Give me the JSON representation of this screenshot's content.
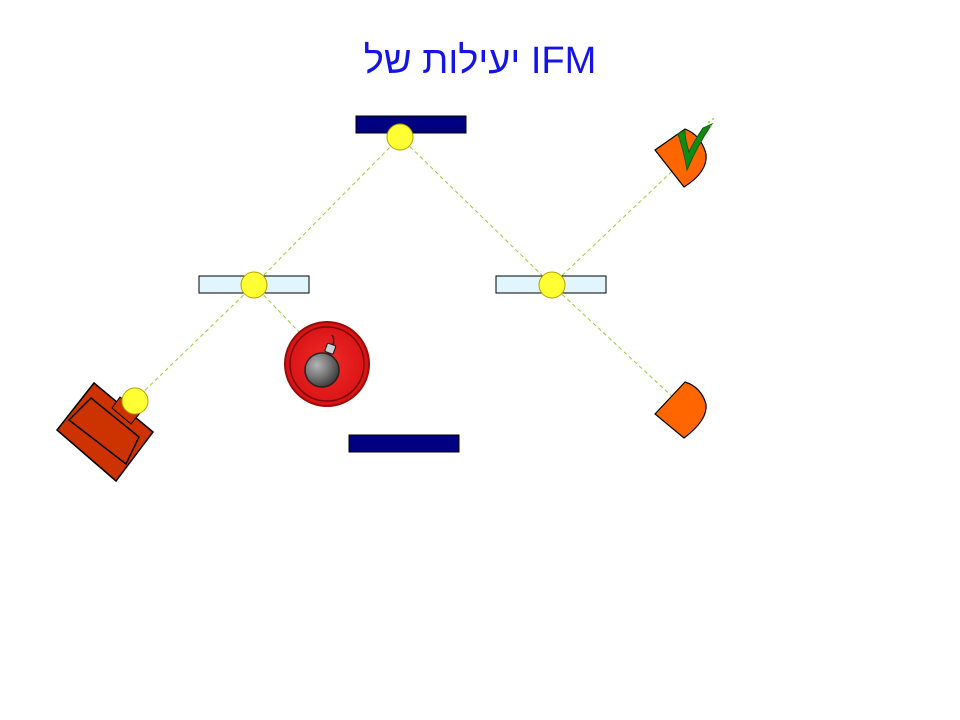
{
  "slide": {
    "title": "יעילות של IFM"
  },
  "diagram": {
    "components": {
      "source": "photon-source",
      "beam_splitters": [
        "beam-splitter-left",
        "beam-splitter-right"
      ],
      "mirrors": [
        "mirror-top",
        "mirror-bottom"
      ],
      "detectors": [
        "detector-top",
        "detector-bottom"
      ],
      "obstacle": "bomb-icon",
      "indicator": "checkmark-icon"
    },
    "colors": {
      "title": "#1414e6",
      "mirror": "#000080",
      "beam_splitter": "#e0f6fc",
      "photon": "#ffff33",
      "beam_path": "#99cc33",
      "source": "#cc3300",
      "detector": "#ff6600",
      "bomb_background": "#ee1c1c",
      "bomb": "#666666",
      "checkmark": "#138a13"
    }
  }
}
